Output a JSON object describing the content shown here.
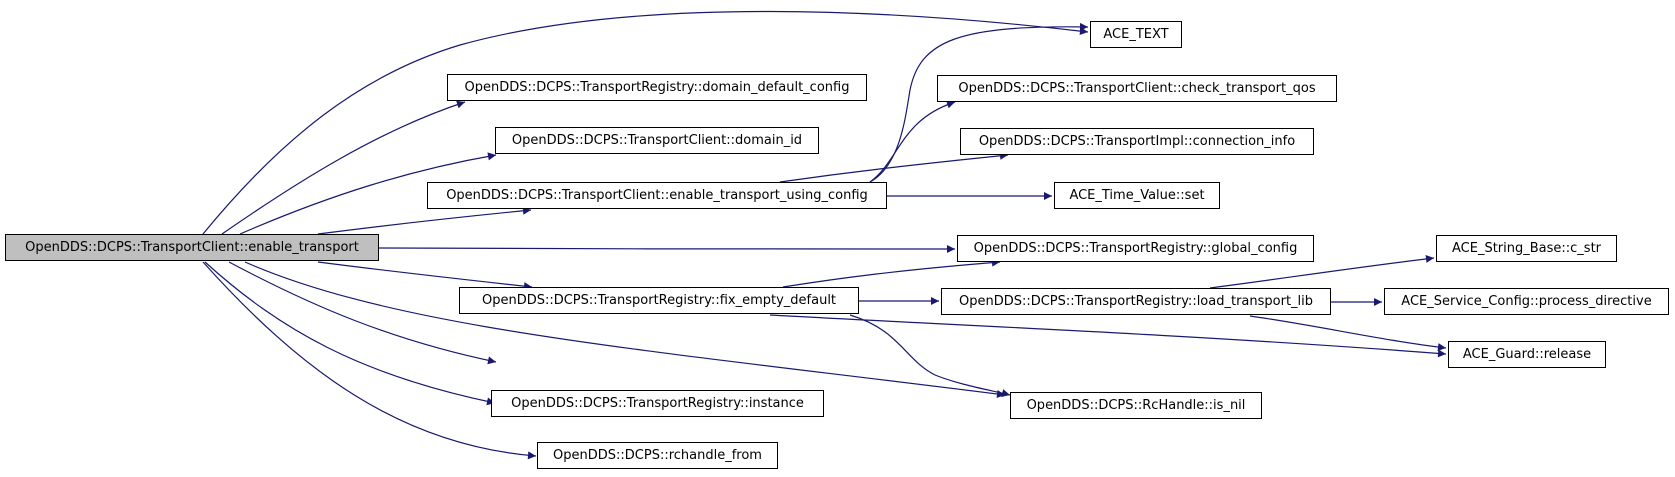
{
  "colors": {
    "edge": "#191970",
    "root_fill": "#bfbfbf",
    "node_fill": "#ffffff",
    "border": "#000000"
  },
  "nodes": {
    "enable_transport": "OpenDDS::DCPS::TransportClient::enable_transport",
    "ace_text": "ACE_TEXT",
    "domain_default_config": "OpenDDS::DCPS::TransportRegistry::domain_default_config",
    "domain_id": "OpenDDS::DCPS::TransportClient::domain_id",
    "enable_transport_using_config": "OpenDDS::DCPS::TransportClient::enable_transport_using_config",
    "check_transport_qos": "OpenDDS::DCPS::TransportClient::check_transport_qos",
    "connection_info": "OpenDDS::DCPS::TransportImpl::connection_info",
    "time_value_set": "ACE_Time_Value::set",
    "global_config": "OpenDDS::DCPS::TransportRegistry::global_config",
    "fix_empty_default": "OpenDDS::DCPS::TransportRegistry::fix_empty_default",
    "load_transport_lib": "OpenDDS::DCPS::TransportRegistry::load_transport_lib",
    "c_str": "ACE_String_Base::c_str",
    "process_directive": "ACE_Service_Config::process_directive",
    "guard_release": "ACE_Guard::release",
    "is_nil": "OpenDDS::DCPS::RcHandle::is_nil",
    "instance": "OpenDDS::DCPS::TransportRegistry::instance",
    "rchandle_from": "OpenDDS::DCPS::rchandle_from"
  },
  "edges": [
    [
      "enable_transport",
      "ace_text"
    ],
    [
      "enable_transport",
      "domain_default_config"
    ],
    [
      "enable_transport",
      "domain_id"
    ],
    [
      "enable_transport",
      "enable_transport_using_config"
    ],
    [
      "enable_transport",
      "global_config"
    ],
    [
      "enable_transport",
      "fix_empty_default"
    ],
    [
      "enable_transport",
      "guard_release"
    ],
    [
      "enable_transport",
      "is_nil"
    ],
    [
      "enable_transport",
      "instance"
    ],
    [
      "enable_transport",
      "rchandle_from"
    ],
    [
      "enable_transport_using_config",
      "ace_text"
    ],
    [
      "enable_transport_using_config",
      "check_transport_qos"
    ],
    [
      "enable_transport_using_config",
      "connection_info"
    ],
    [
      "enable_transport_using_config",
      "time_value_set"
    ],
    [
      "fix_empty_default",
      "global_config"
    ],
    [
      "fix_empty_default",
      "load_transport_lib"
    ],
    [
      "fix_empty_default",
      "guard_release"
    ],
    [
      "fix_empty_default",
      "is_nil"
    ],
    [
      "load_transport_lib",
      "c_str"
    ],
    [
      "load_transport_lib",
      "process_directive"
    ],
    [
      "load_transport_lib",
      "guard_release"
    ]
  ]
}
